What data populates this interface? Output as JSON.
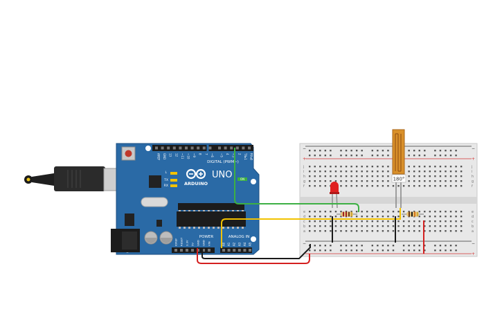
{
  "circuit": {
    "arduino": {
      "brand": "ARDUINO",
      "model": "UNO",
      "on_label": "ON",
      "tx_label": "TX",
      "rx_label": "RX",
      "l_label": "L",
      "digital_label": "DIGITAL (PWM~)",
      "power_label": "POWER",
      "analog_label": "ANALOG IN",
      "digital_pins": [
        "AREF",
        "GND",
        "13",
        "12",
        "~11",
        "~10",
        "~9",
        "8",
        "7",
        "~6",
        "~5",
        "4",
        "~3",
        "2",
        "TX▸1",
        "RX◂0"
      ],
      "power_pins": [
        "IOREF",
        "RESET",
        "3.3V",
        "5V",
        "GND",
        "GND",
        "VIN"
      ],
      "analog_pins": [
        "A0",
        "A1",
        "A2",
        "A3",
        "A4",
        "A5"
      ]
    },
    "flex_sensor": {
      "label": "180°"
    },
    "breadboard": {
      "row_letters_top": [
        "j",
        "i",
        "h",
        "g",
        "f"
      ],
      "row_letters_bottom": [
        "e",
        "d",
        "c",
        "b",
        "a"
      ],
      "plus": "+",
      "minus": "−"
    },
    "colors": {
      "board": "#2a6aa6",
      "board_dark": "#1d4f80",
      "wire_green": "#3cb043",
      "wire_yellow": "#f2c200",
      "wire_black": "#1a1a1a",
      "wire_red": "#d42020",
      "led": "#e02020",
      "breadboard": "#e8e8e8",
      "rail_red": "#d43030",
      "rail_dark": "#333333",
      "flex": "#d9902a"
    }
  }
}
